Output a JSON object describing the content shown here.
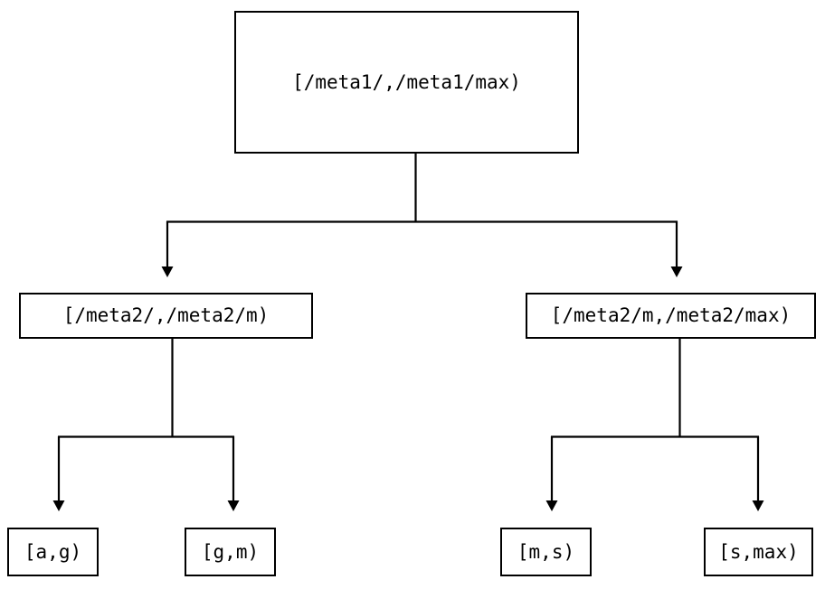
{
  "diagram": {
    "type": "tree",
    "title": "",
    "orientation": "top-down",
    "line_color": "#000000",
    "box_border_color": "#000000",
    "box_fill_color": "#ffffff",
    "background_color": "#ffffff",
    "arrowhead": "filled-triangle-down",
    "nodes": {
      "root": {
        "label": "[/meta1/,/meta1/max)",
        "level": 0
      },
      "mid_left": {
        "label": "[/meta2/,/meta2/m)",
        "level": 1
      },
      "mid_right": {
        "label": "[/meta2/m,/meta2/max)",
        "level": 1
      },
      "leaf_ag": {
        "label": "[a,g)",
        "level": 2
      },
      "leaf_gm": {
        "label": "[g,m)",
        "level": 2
      },
      "leaf_ms": {
        "label": "[m,s)",
        "level": 2
      },
      "leaf_smax": {
        "label": "[s,max)",
        "level": 2
      }
    },
    "edges": [
      {
        "from": "root",
        "to": "mid_left"
      },
      {
        "from": "root",
        "to": "mid_right"
      },
      {
        "from": "mid_left",
        "to": "leaf_ag"
      },
      {
        "from": "mid_left",
        "to": "leaf_gm"
      },
      {
        "from": "mid_right",
        "to": "leaf_ms"
      },
      {
        "from": "mid_right",
        "to": "leaf_smax"
      }
    ]
  }
}
